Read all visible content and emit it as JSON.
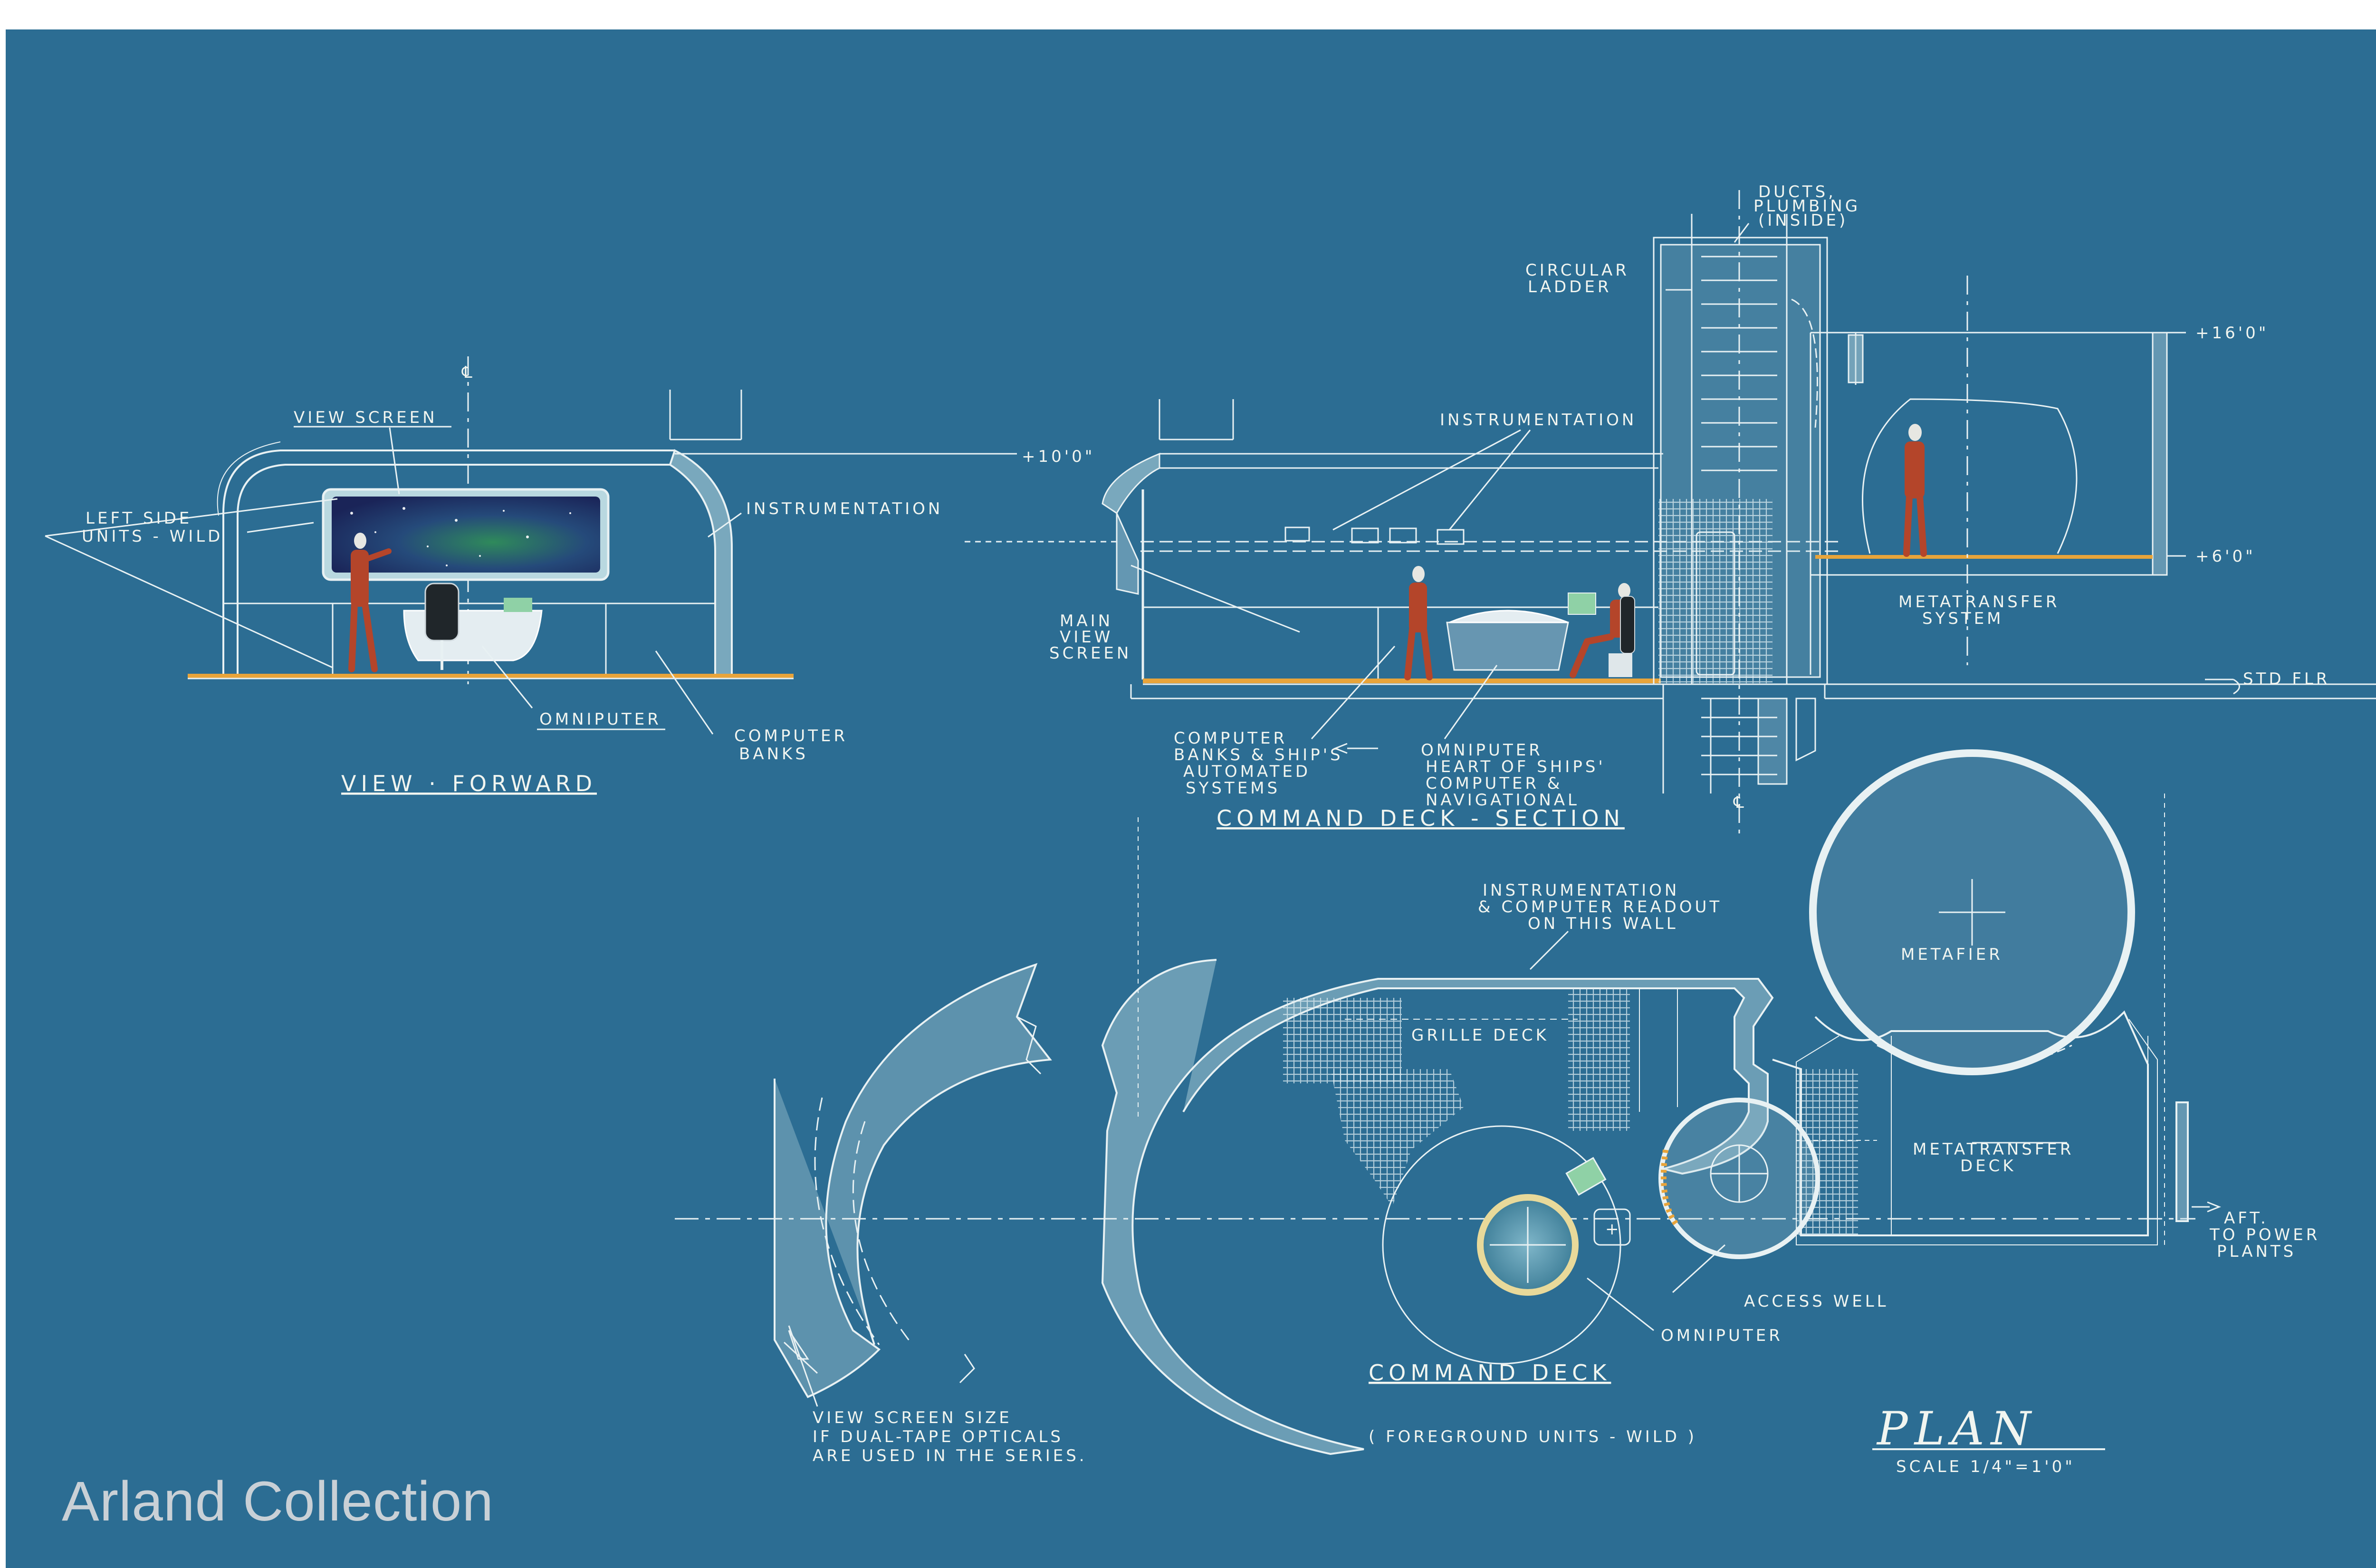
{
  "colors": {
    "paper": "#ffffff",
    "blueprint": "#2c6d93",
    "line": "#e8f1f3",
    "wall": "#b9d8e0",
    "floor": "#e8a43a",
    "figure": "#b4452a"
  },
  "view_forward": {
    "title": "VIEW · FORWARD",
    "labels": {
      "view_screen": "VIEW SCREEN",
      "left_side_1": "LEFT SIDE",
      "left_side_2": "UNITS - WILD",
      "instrumentation": "INSTRUMENTATION",
      "omniputer": "OMNIPUTER",
      "computer_banks_1": "COMPUTER",
      "computer_banks_2": "BANKS"
    }
  },
  "command_section": {
    "title": "COMMAND DECK - SECTION",
    "labels": {
      "instrumentation": "INSTRUMENTATION",
      "main_view_1": "MAIN",
      "main_view_2": "VIEW",
      "main_view_3": "SCREEN",
      "computer_1": "COMPUTER",
      "computer_2": "BANKS & SHIP'S",
      "computer_3": "AUTOMATED",
      "computer_4": "SYSTEMS",
      "omni_1": "OMNIPUTER",
      "omni_2": "HEART OF SHIPS'",
      "omni_3": "COMPUTER &",
      "omni_4": "NAVIGATIONAL",
      "ducts_1": "DUCTS,",
      "ducts_2": "PLUMBING",
      "ducts_3": "(INSIDE)",
      "ladder_1": "CIRCULAR",
      "ladder_2": "LADDER",
      "metatransfer_1": "METATRANSFER",
      "metatransfer_2": "SYSTEM",
      "elev_10": "+10'0\"",
      "elev_16": "+16'0\"",
      "elev_6": "+6'0\"",
      "std_flr": "STD FLR"
    }
  },
  "plan": {
    "title": "COMMAND DECK",
    "subtitle": "( FOREGROUND UNITS - WILD )",
    "plan_label": "PLAN",
    "scale_label": "SCALE 1/4\"=1'0\"",
    "labels": {
      "instr_1": "INSTRUMENTATION",
      "instr_2": "& COMPUTER READOUT",
      "instr_3": "ON THIS WALL",
      "grille_deck": "GRILLE DECK",
      "metafier": "METAFIER",
      "metatransfer_deck_1": "METATRANSFER",
      "metatransfer_deck_2": "DECK",
      "aft_1": "AFT.",
      "aft_2": "TO POWER",
      "aft_3": "PLANTS",
      "access_well": "ACCESS WELL",
      "omniputer": "OMNIPUTER",
      "view_size_1": "VIEW SCREEN SIZE",
      "view_size_2": "IF DUAL-TAPE OPTICALS",
      "view_size_3": "ARE USED IN THE SERIES."
    }
  },
  "watermark": "Arland Collection"
}
